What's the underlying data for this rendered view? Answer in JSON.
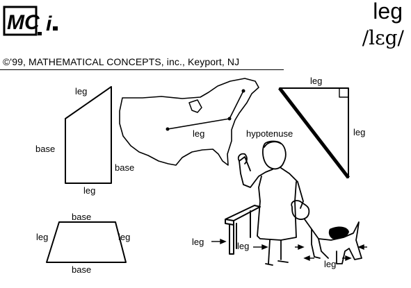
{
  "header": {
    "logo_text": "MC i.",
    "term": "leg",
    "pronunciation": "/lεg/",
    "copyright": "©'99, MATHEMATICAL CONCEPTS, inc., Keyport, NJ"
  },
  "trapezoid_right": {
    "top": "leg",
    "left": "base",
    "right": "base",
    "bottom": "leg"
  },
  "map": {
    "segment_label": "leg"
  },
  "right_triangle": {
    "top": "leg",
    "right": "leg",
    "hypotenuse": "hypotenuse"
  },
  "trapezoid_iso": {
    "top": "base",
    "left": "leg",
    "right": "leg",
    "bottom": "base"
  },
  "scene": {
    "table_leg_1": "leg",
    "table_leg_2": "leg",
    "dog_leg": "leg"
  }
}
